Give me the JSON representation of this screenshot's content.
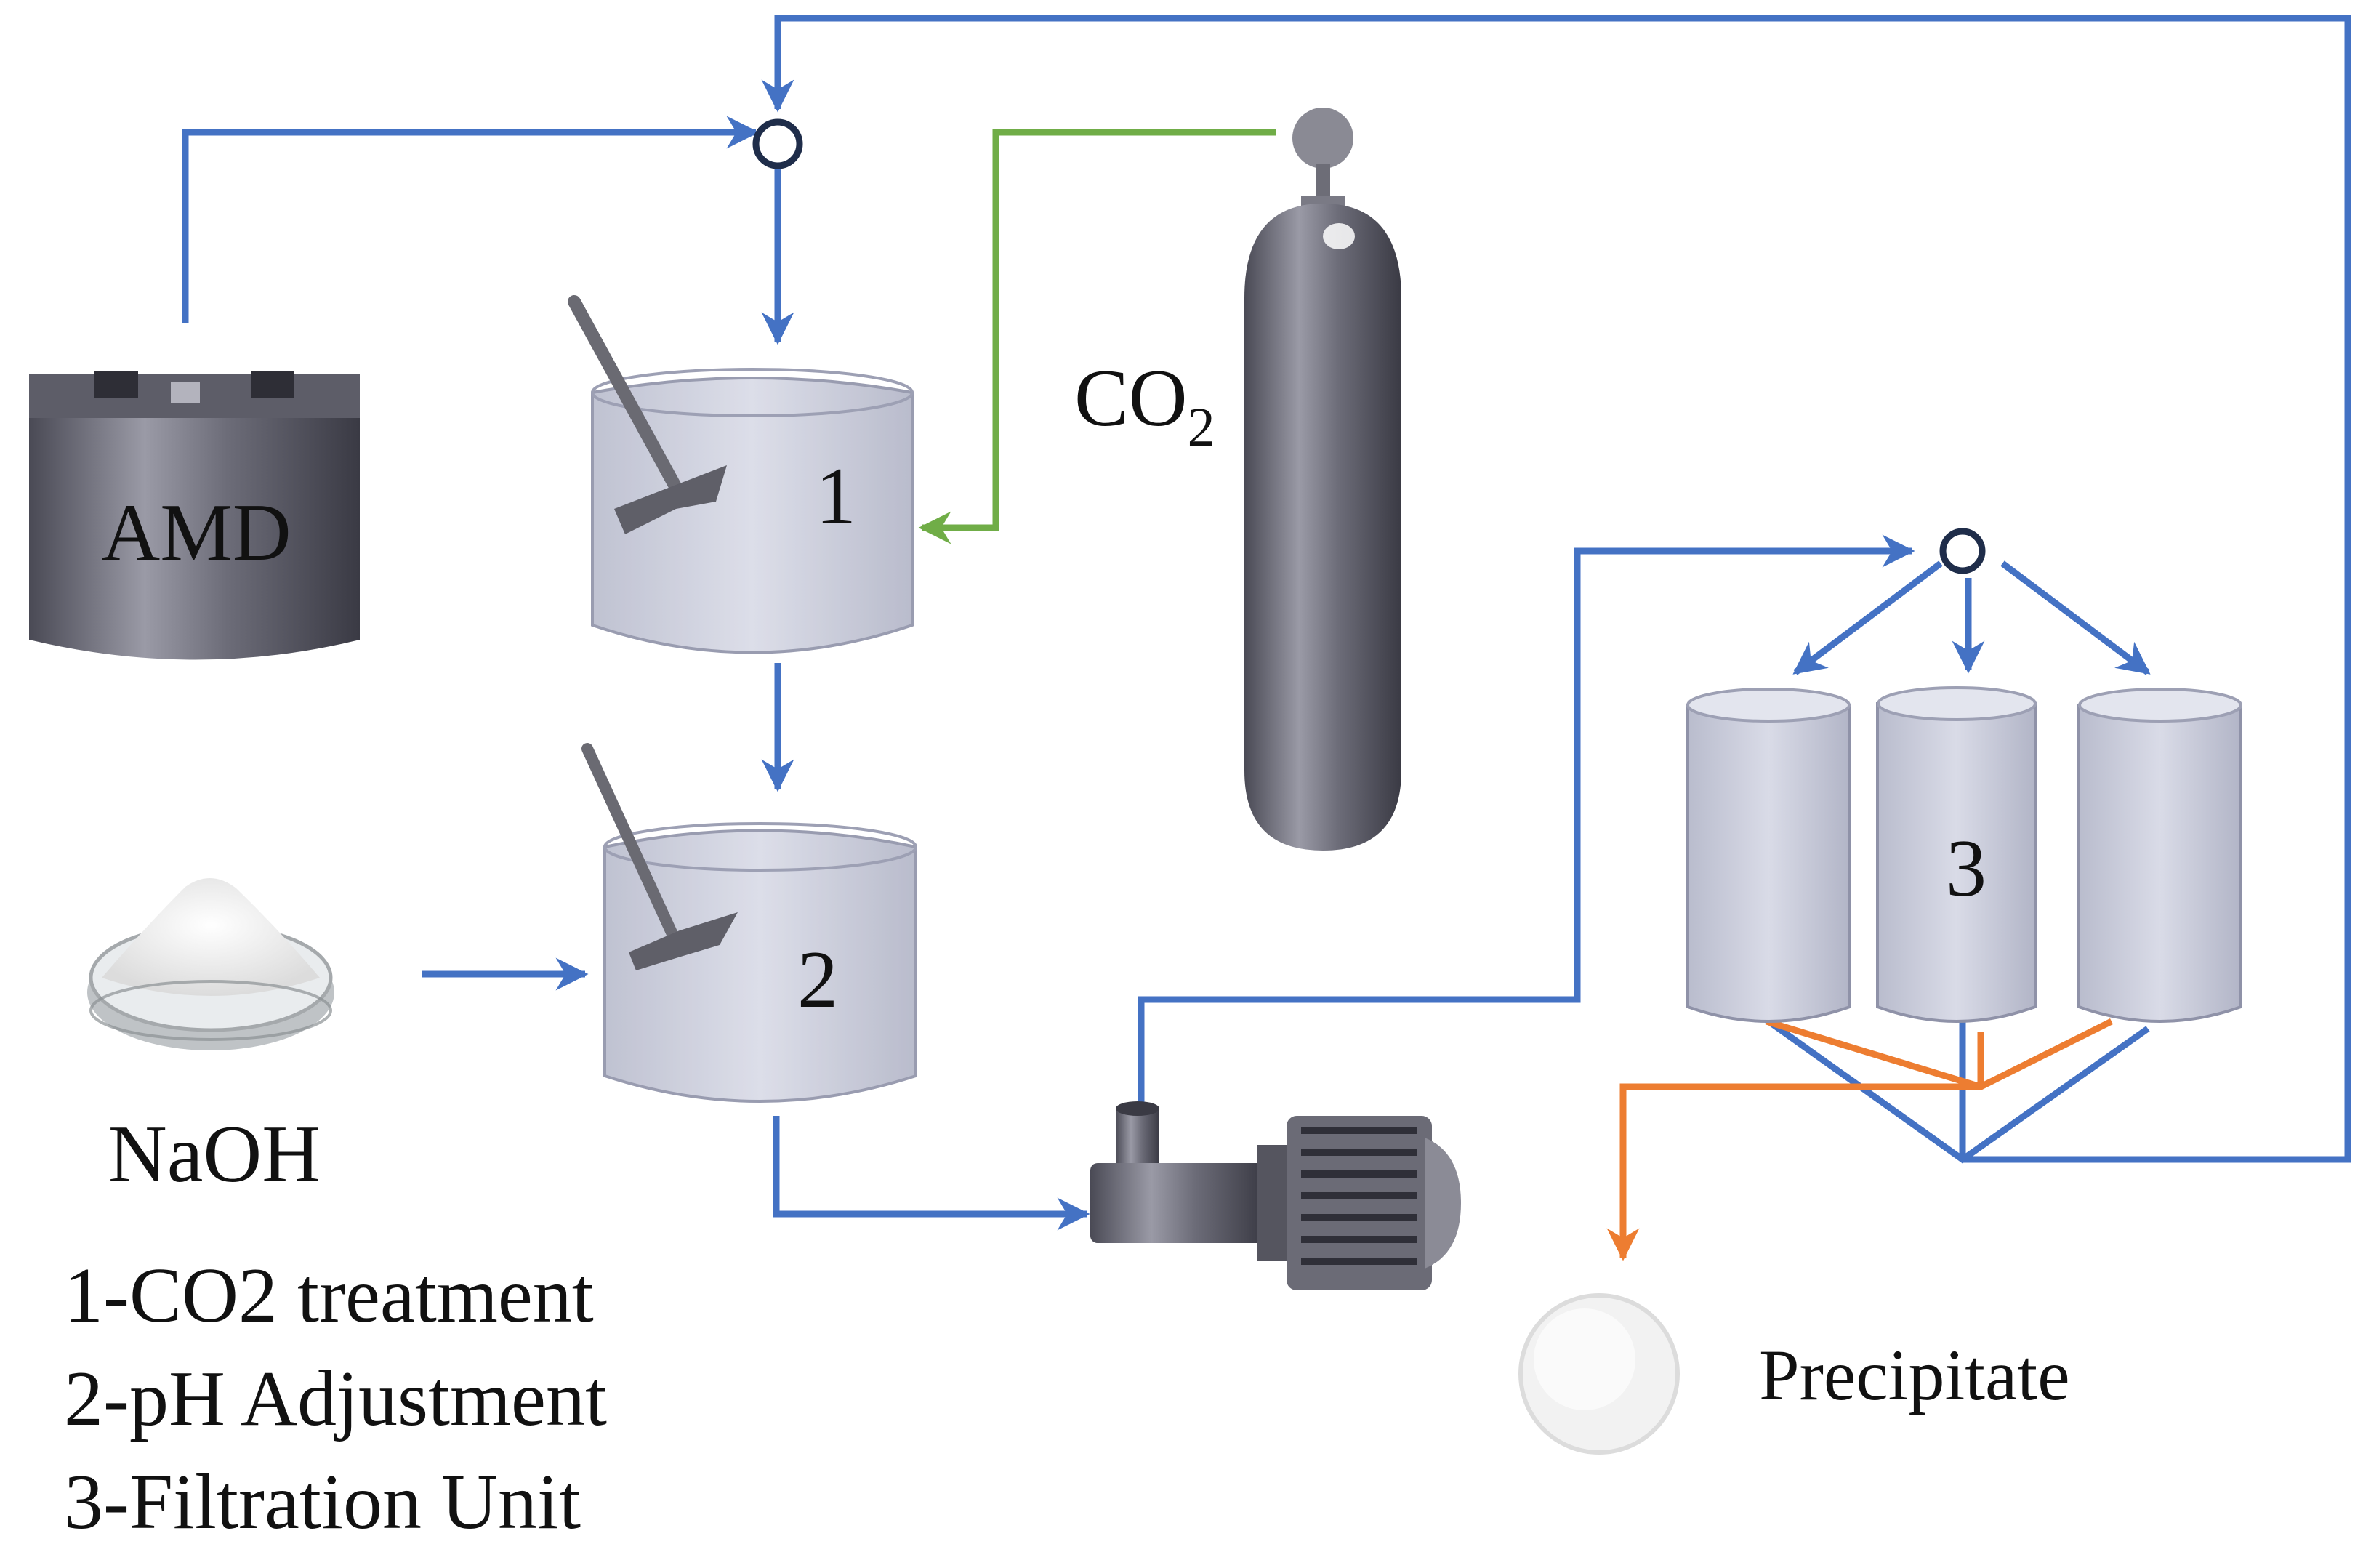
{
  "labels": {
    "amd": "AMD",
    "co2_main": "CO",
    "co2_sub": "2",
    "naoh": "NaOH",
    "tank1": "1",
    "tank2": "2",
    "filters": "3",
    "precipitate": "Precipitate"
  },
  "legend": [
    "1-CO2 treatment",
    "2-pH Adjustment",
    "3-Filtration Unit"
  ],
  "colors": {
    "water_line": "#4472C4",
    "gas_line": "#70AD47",
    "solid_line": "#ED7D31",
    "vessel_fill": "#C7C9D8",
    "vessel_edge": "#8F92A8",
    "metal": "#707080"
  }
}
